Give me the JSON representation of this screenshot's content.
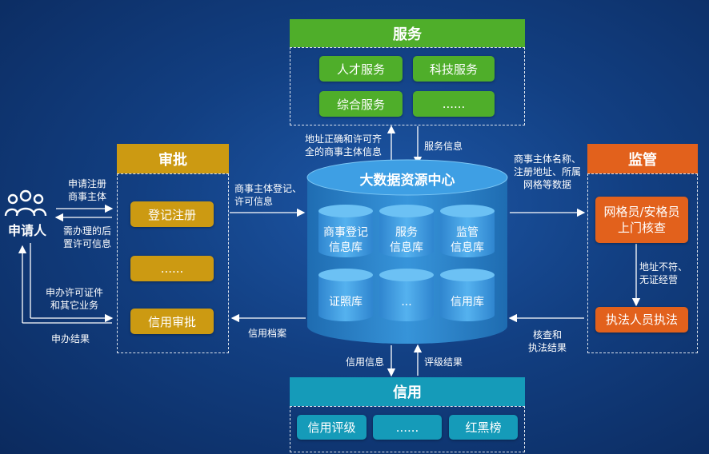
{
  "service": {
    "title": "服务",
    "items": [
      "人才服务",
      "科技服务",
      "综合服务",
      "......"
    ]
  },
  "approval": {
    "title": "审批",
    "items": [
      "登记注册",
      "......",
      "信用审批"
    ]
  },
  "supervision": {
    "title": "监管",
    "items": [
      "网格员/安格员\n上门核查",
      "执法人员执法"
    ],
    "inner_label": "地址不符、\n无证经营"
  },
  "credit": {
    "title": "信用",
    "items": [
      "信用评级",
      "......",
      "红黑榜"
    ]
  },
  "center": {
    "title": "大数据资源中心",
    "dbs": [
      "商事登记\n信息库",
      "服务\n信息库",
      "监管\n信息库",
      "证照库",
      "...",
      "信用库"
    ]
  },
  "applicant": {
    "label": "申请人"
  },
  "labels": {
    "apply_register": "申请注册\n商事主体",
    "post_permit": "需办理的后\n置许可信息",
    "permit_business": "申办许可证件\n和其它业务",
    "apply_result": "申办结果",
    "reg_permit_info": "商事主体登记、\n许可信息",
    "credit_archive": "信用档案",
    "address_permit": "地址正确和许可齐\n全的商事主体信息",
    "service_info": "服务信息",
    "entity_name_addr": "商事主体名称、\n注册地址、所属\n网格等数据",
    "verify_result": "核查和\n执法结果",
    "credit_info": "信用信息",
    "rating_result": "评级结果"
  }
}
